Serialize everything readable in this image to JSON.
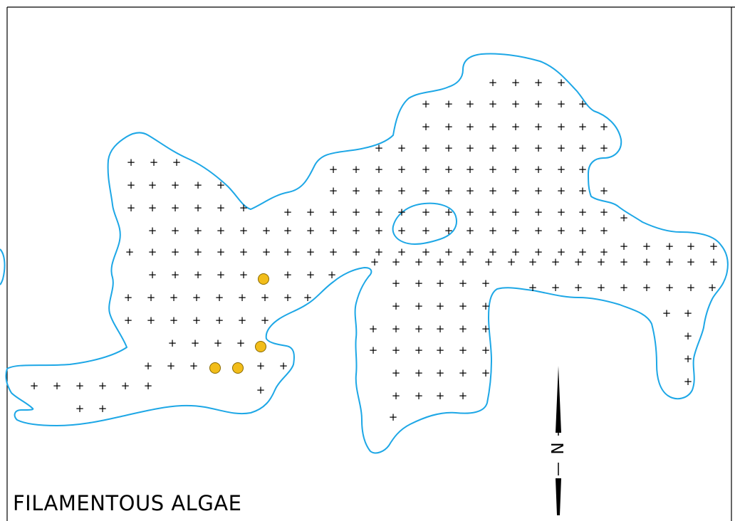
{
  "map": {
    "title": "FILAMENTOUS ALGAE",
    "north_label": "N",
    "colors": {
      "shoreline": "#1da7e6",
      "background": "#ffffff",
      "frame": "#000000",
      "sample_point": "#000000",
      "algae_present": "#f2bd1a",
      "algae_outline": "#8a6a00"
    },
    "legend_symbols": {
      "sample_point": "plus-marker",
      "algae_present": "filled-orange-circle"
    }
  }
}
